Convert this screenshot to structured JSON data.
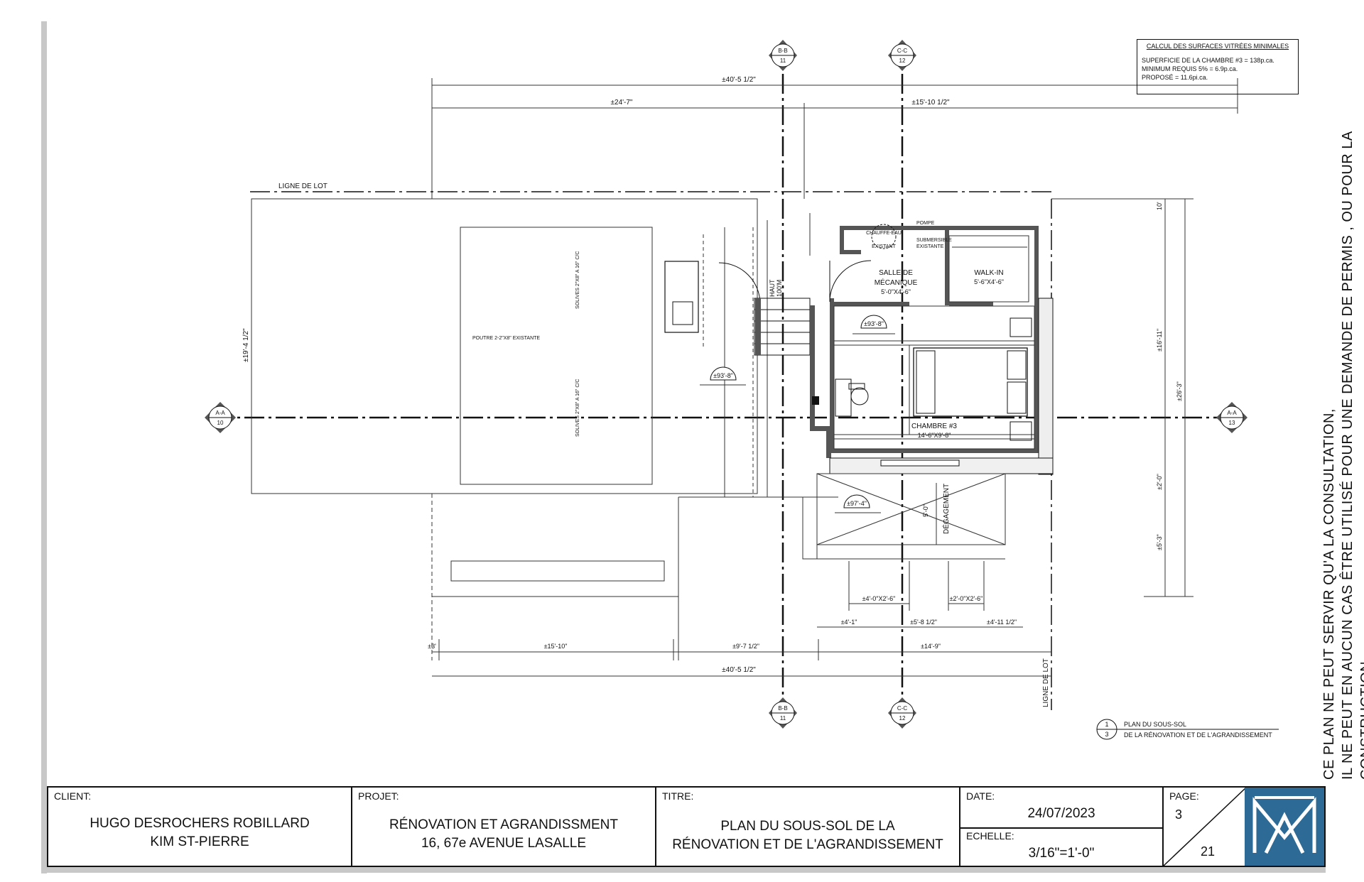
{
  "dimensions": {
    "overall_top": "±40'-5 1/2\"",
    "top_left": "±24'-7\"",
    "top_right": "±15'-10 1/2\"",
    "overall_bottom": "±40'-5 1/2\"",
    "bottom_a": "±3'",
    "bottom_b": "±15'-10\"",
    "bottom_c": "±9'-7 1/2\"",
    "bottom_d": "±14'-9\"",
    "win_1": "±4'-1\"",
    "win_2": "±5'-8 1/2\"",
    "win_3": "±4'-11 1/2\"",
    "win_4": "±4'-0\"X2'-6\"",
    "win_5": "±2'-0\"X2'-6\"",
    "left_height": "±19'-4 1/2\"",
    "right_a": "10'",
    "right_b": "±16'-11\"",
    "right_c": "±26'-3\"",
    "right_d": "±2'-0\"",
    "right_e": "±5'-3\""
  },
  "section_markers": {
    "bb": {
      "name": "B-B",
      "sheet": "11"
    },
    "cc": {
      "name": "C-C",
      "sheet": "12"
    },
    "aa": {
      "name": "A-A",
      "sheet": "10"
    },
    "aa_right_sheet": "13"
  },
  "plan_labels": {
    "ligne_de_lot": "LIGNE DE LOT",
    "salle_mecanique": "SALLE DE",
    "salle_mecanique_2": "MÉCANIQUE",
    "salle_mecanique_dim": "5'-0\"X4'-6\"",
    "walkin": "WALK-IN",
    "walkin_dim": "5'-6\"X4'-6\"",
    "chambre": "CHAMBRE #3",
    "chambre_dim": "14'-6\"X9'-8\"",
    "degagement": "DÉGAGEMENT",
    "degagement_dim": "5'-0\"",
    "level_1": "±93'-8\"",
    "level_2": "±93'-8\"",
    "level_3": "±97'-4\"",
    "haut": "HAUT",
    "haut_dim": "100'M",
    "poutre": "POUTRE 2-2\"X8\" EXISTANTE",
    "solive_a": "SOLIVES 2\"X8\" A 16\" C/C",
    "solive_b": "SOLIVES 2\"X8\" A 16\" C/C",
    "chauffe": "CHAUFFE-EAU",
    "chauffe_2": "EXISTANT",
    "pompe": "POMPE",
    "pompe_2": "SUBMERSIBLE",
    "pompe_3": "EXISTANTE"
  },
  "calc": {
    "title": "CALCUL DES SURFACES VITRÉES MINIMALES",
    "line1": "SUPERFICIE DE LA CHAMBRE #3 = 138p.ca.",
    "line2": "MINIMUM REQUIS 5% = 6.9p.ca.",
    "line3": "PROPOSÉ = 11.6pi.ca."
  },
  "view_title": {
    "num": "1",
    "sheet": "3",
    "line1": "PLAN DU SOUS-SOL",
    "line2": "DE LA RÉNOVATION ET DE L'AGRANDISSEMENT"
  },
  "vertical_note": {
    "line1": "CE PLAN NE PEUT SERVIR QU'A LA CONSULTATION,",
    "line2": "IL NE PEUT EN AUCUN CAS ÊTRE UTILISÉ POUR UNE DEMANDE DE PERMIS , OU POUR LA CONSTRUCTION."
  },
  "titleblock": {
    "client_label": "CLIENT:",
    "client_1": "HUGO DESROCHERS ROBILLARD",
    "client_2": "KIM ST-PIERRE",
    "projet_label": "PROJET:",
    "projet_1": "RÉNOVATION ET AGRANDISSMENT",
    "projet_2": "16, 67e AVENUE LASALLE",
    "titre_label": "TITRE:",
    "titre_1": "PLAN DU SOUS-SOL DE LA",
    "titre_2": "RÉNOVATION ET DE L'AGRANDISSEMENT",
    "date_label": "DATE:",
    "date": "24/07/2023",
    "echelle_label": "ECHELLE:",
    "echelle": "3/16\"=1'-0\"",
    "page_label": "PAGE:",
    "page": "3",
    "page_total": "21"
  },
  "colors": {
    "logo": "#2d6b96",
    "ink": "#111111"
  }
}
